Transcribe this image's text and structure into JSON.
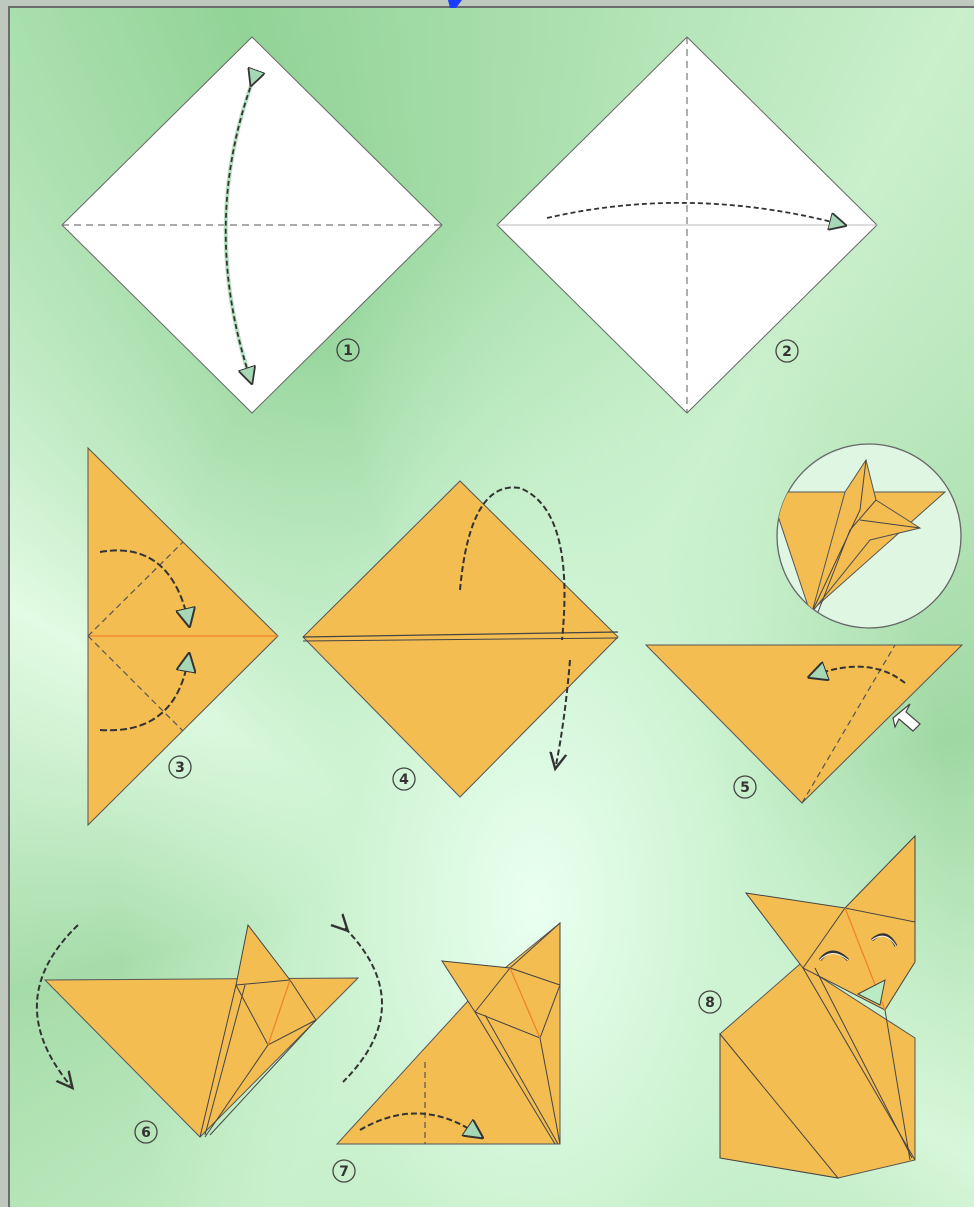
{
  "diagram": {
    "steps": [
      {
        "number": "1"
      },
      {
        "number": "2"
      },
      {
        "number": "3"
      },
      {
        "number": "4"
      },
      {
        "number": "5"
      },
      {
        "number": "6"
      },
      {
        "number": "7"
      },
      {
        "number": "8"
      }
    ]
  },
  "colors": {
    "paper_white": "#ffffff",
    "paper_orange": "#f4bd52",
    "crease_line": "#f0842a",
    "arrow_fill": "#a6d8b6",
    "outline": "#555555"
  }
}
